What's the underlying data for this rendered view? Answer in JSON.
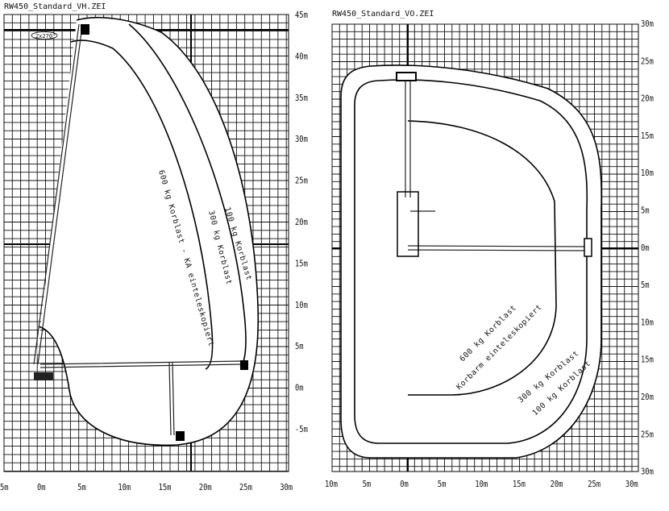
{
  "left_diagram": {
    "title": "RW450_Standard_VH.ZEI",
    "rotation_badge": "2x270°",
    "y_ticks": [
      "45m",
      "40m",
      "35m",
      "30m",
      "25m",
      "20m",
      "15m",
      "10m",
      "5m",
      "0m",
      "-5m"
    ],
    "x_ticks": [
      "5m",
      "0m",
      "5m",
      "10m",
      "15m",
      "20m",
      "25m",
      "30m"
    ],
    "curve_labels": {
      "load_600": "600 kg Korblast - KA einteleskopiert",
      "load_300": "300 kg Korblast",
      "load_100": "100 kg Korblast"
    }
  },
  "right_diagram": {
    "title": "RW450_Standard_VO.ZEI",
    "y_ticks": [
      "30m",
      "25m",
      "20m",
      "15m",
      "10m",
      "5m",
      "0m",
      "5m",
      "10m",
      "15m",
      "20m",
      "25m",
      "30m"
    ],
    "x_ticks": [
      "10m",
      "5m",
      "0m",
      "5m",
      "10m",
      "15m",
      "20m",
      "25m",
      "30m"
    ],
    "curve_labels": {
      "load_600": "600 kg Korblast",
      "load_600_note": "Korbarm einteleskopiert",
      "load_300": "300 kg Korblast",
      "load_100": "100 kg Korblast"
    }
  }
}
